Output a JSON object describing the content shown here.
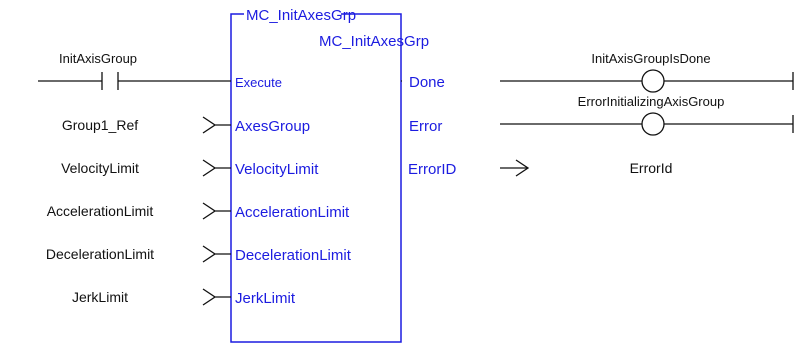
{
  "block": {
    "instance_name": "MC_InitAxesGrp",
    "type_name": "MC_InitAxesGrp",
    "inputs": [
      "Execute",
      "AxesGroup",
      "VelocityLimit",
      "AccelerationLimit",
      "DecelerationLimit",
      "JerkLimit"
    ],
    "outputs": [
      "Done",
      "Error",
      "ErrorID"
    ]
  },
  "input_variables": {
    "execute_contact": "InitAxisGroup",
    "axes_group": "Group1_Ref",
    "velocity_limit": "VelocityLimit",
    "acceleration_limit": "AccelerationLimit",
    "deceleration_limit": "DecelerationLimit",
    "jerk_limit": "JerkLimit"
  },
  "output_variables": {
    "done_coil": "InitAxisGroupIsDone",
    "error_coil": "ErrorInitializingAxisGroup",
    "error_id": "ErrorId"
  },
  "colors": {
    "block": "#1c1ce0",
    "wire": "#111111"
  }
}
